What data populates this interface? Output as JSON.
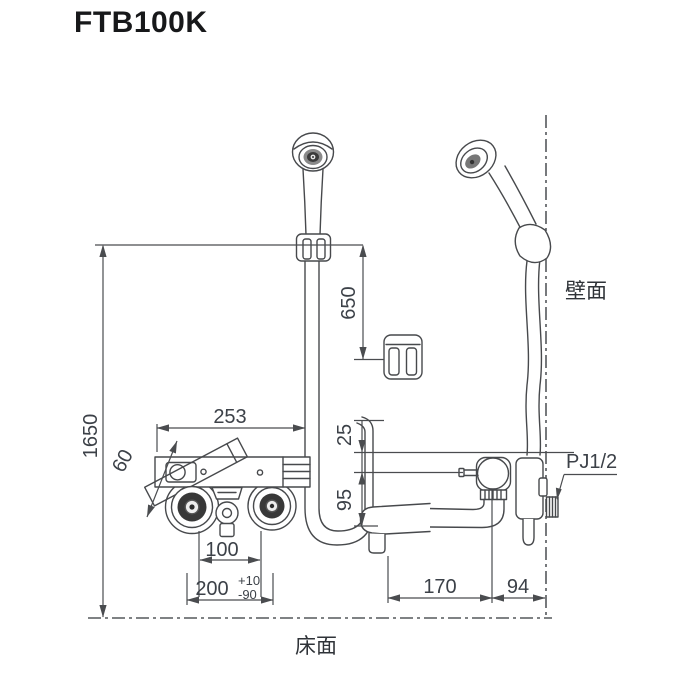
{
  "product": {
    "model": "FTB100K"
  },
  "annotations": {
    "wall_surface": "壁面",
    "floor_surface": "床面",
    "connection_thread": "PJ1/2"
  },
  "dimensions": {
    "floor_to_hook": "1650",
    "body_to_hook": "650",
    "faucet_width": "253",
    "handle_swing_angle": "60",
    "spout_center_width": "100",
    "mounting_pitch": "200",
    "pitch_tolerance_plus": "+10",
    "pitch_tolerance_minus": "-90",
    "center_to_top": "25",
    "center_to_spout_bottom": "95",
    "spout_reach": "170",
    "wall_to_center": "94"
  }
}
